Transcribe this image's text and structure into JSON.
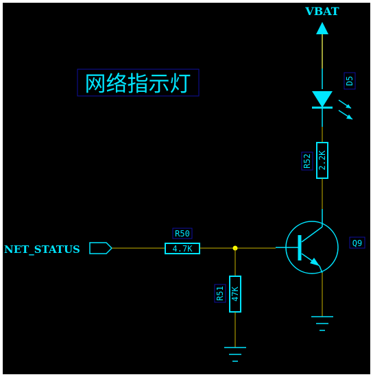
{
  "title": "网络指示灯",
  "power_net": "VBAT",
  "input_net": "NET_STATUS",
  "components": {
    "led": {
      "ref": "D5"
    },
    "r_led": {
      "ref": "R52",
      "value": "2.2K"
    },
    "r_base": {
      "ref": "R50",
      "value": "4.7K"
    },
    "r_pulldown": {
      "ref": "R51",
      "value": "47K"
    },
    "transistor": {
      "ref": "Q9"
    }
  },
  "colors": {
    "background": "#000000",
    "border": "#ffffff",
    "component": "#00e5ff",
    "wire": "#c8b400",
    "pin": "#d4d84a",
    "junction": "#ffff00",
    "label_box": "#1010a0"
  }
}
